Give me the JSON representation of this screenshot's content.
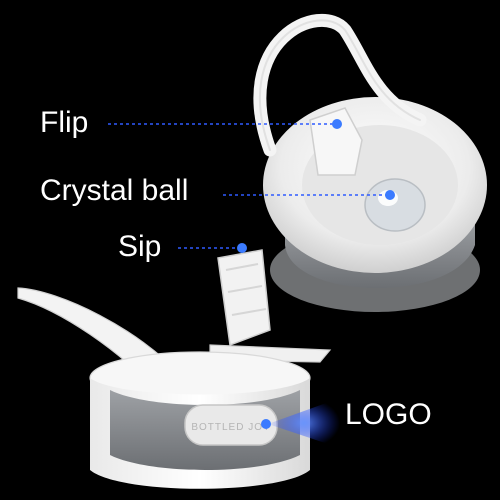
{
  "labels": {
    "flip": "Flip",
    "crystal_ball": "Crystal ball",
    "sip": "Sip",
    "logo": "LOGO"
  },
  "product_emboss": "BOTTLED JOY",
  "colors": {
    "background": "#000000",
    "label_text": "#ffffff",
    "leader_line": "#2f5bff",
    "leader_dot": "#3b7bff",
    "plastic_white": "#f4f4f4",
    "band_gray": "#8a8d91"
  }
}
